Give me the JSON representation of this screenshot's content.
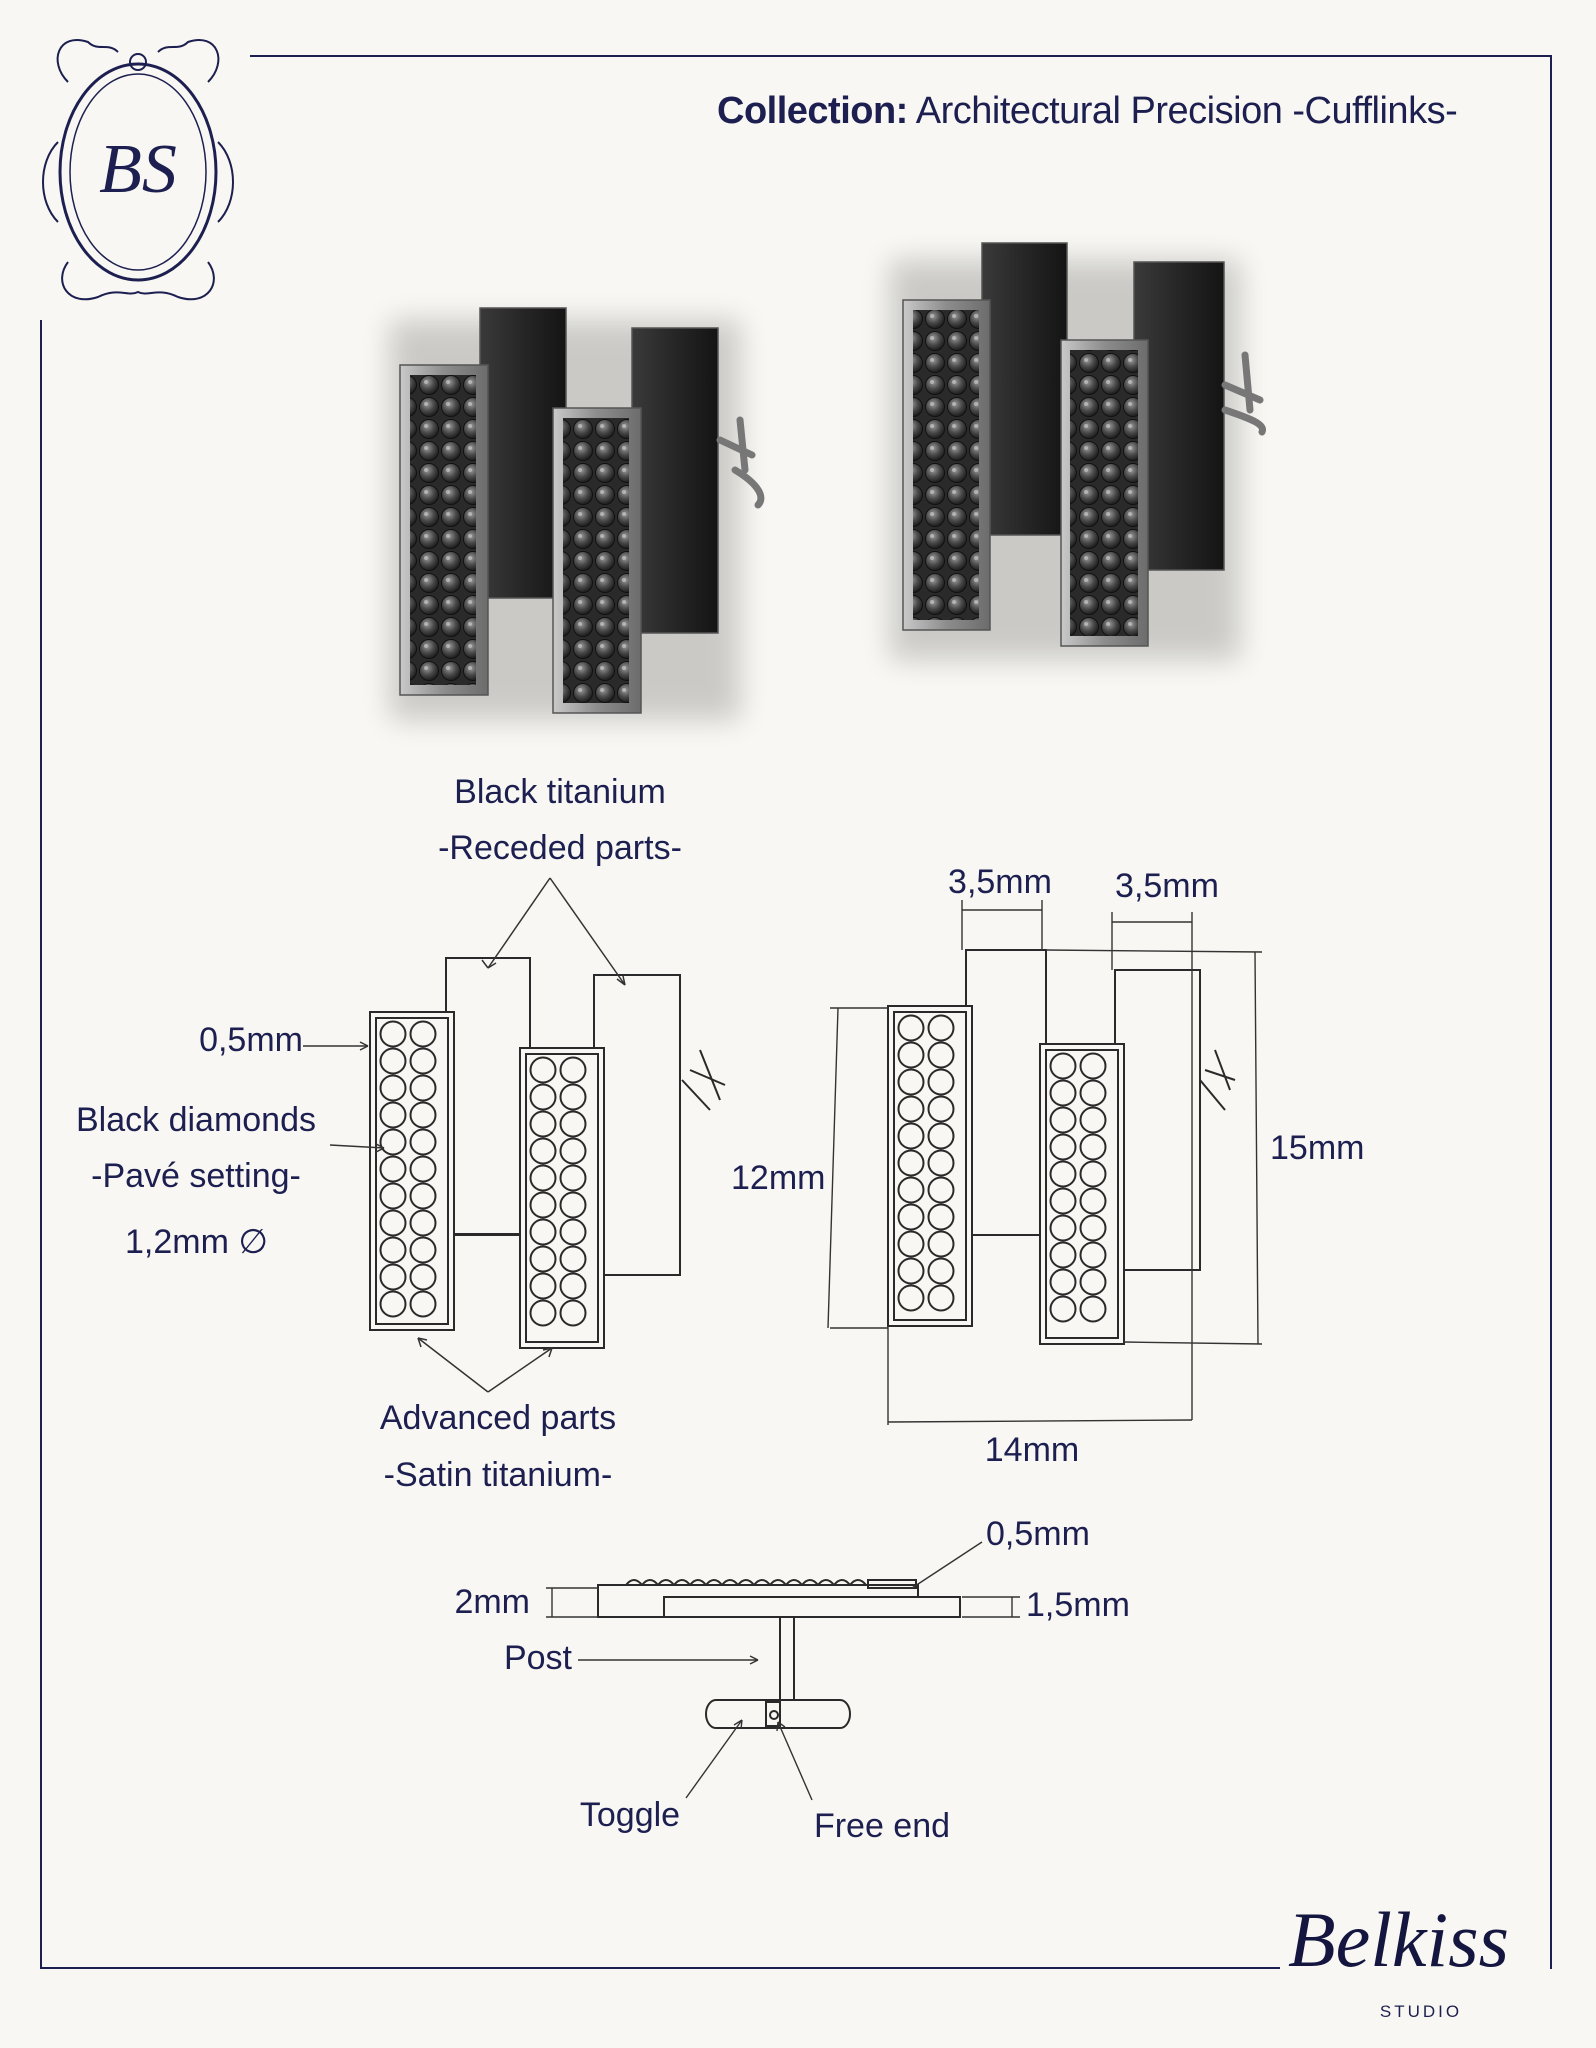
{
  "header": {
    "collection_label": "Collection:",
    "collection_name": "Architectural Precision -Cufflinks-"
  },
  "logo": {
    "monogram": "BS"
  },
  "brand": {
    "name": "Belkiss",
    "sub": "STUDIO"
  },
  "annotations": {
    "black_titanium": "Black titanium",
    "receded_parts": "-Receded parts-",
    "frame_thickness": "0,5mm",
    "black_diamonds": "Black diamonds",
    "pave_setting": "-Pavé setting-",
    "stone_diameter": "1,2mm",
    "diameter_symbol": "∅",
    "advanced_parts": "Advanced parts",
    "satin_titanium": "-Satin titanium-"
  },
  "dimensions": {
    "width_left": "3,5mm",
    "width_right": "3,5mm",
    "height_short": "12mm",
    "height_tall": "15mm",
    "total_width": "14mm"
  },
  "side_view": {
    "top_thickness": "0,5mm",
    "total_thickness": "2mm",
    "base_thickness": "1,5mm",
    "post": "Post",
    "toggle": "Toggle",
    "free_end": "Free end"
  },
  "colors": {
    "ink": "#1c1f4f",
    "paper": "#f8f7f3",
    "titanium_black": "#2b2b2b",
    "satin_frame": "#9a9a9a"
  }
}
